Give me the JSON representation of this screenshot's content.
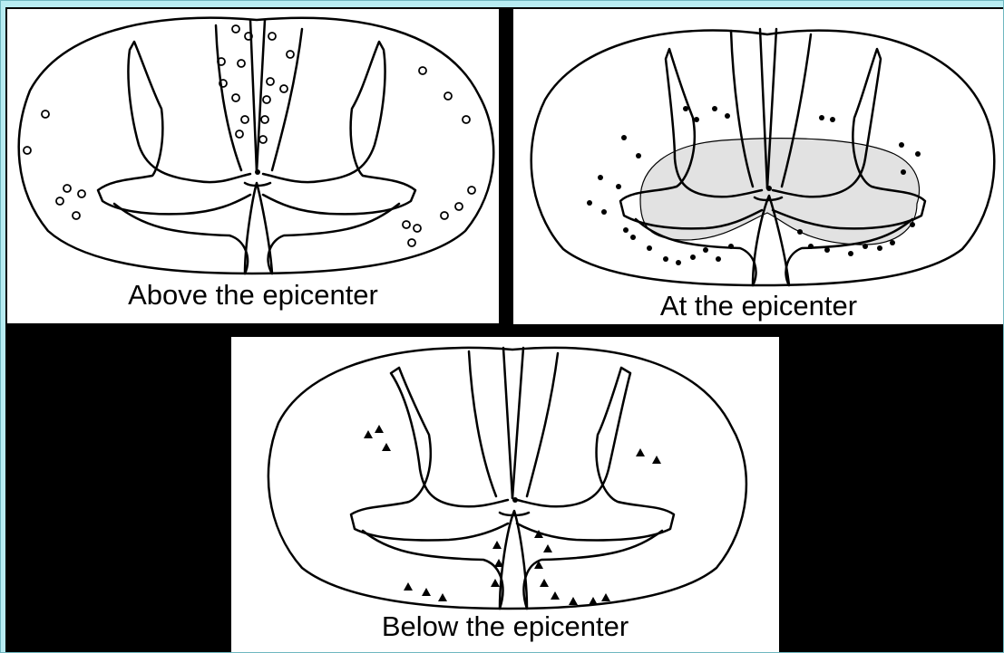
{
  "panels": {
    "above": {
      "caption": "Above the epicenter",
      "marker": "open-circle"
    },
    "at": {
      "caption": "At the epicenter",
      "marker": "filled-dot"
    },
    "below": {
      "caption": "Below the epicenter",
      "marker": "filled-triangle"
    }
  },
  "colors": {
    "page_background": "#b8ecf2",
    "panel_background": "#ffffff",
    "gap": "#000000",
    "ink": "#000000",
    "lesion_shading": "#e2e2e2"
  }
}
